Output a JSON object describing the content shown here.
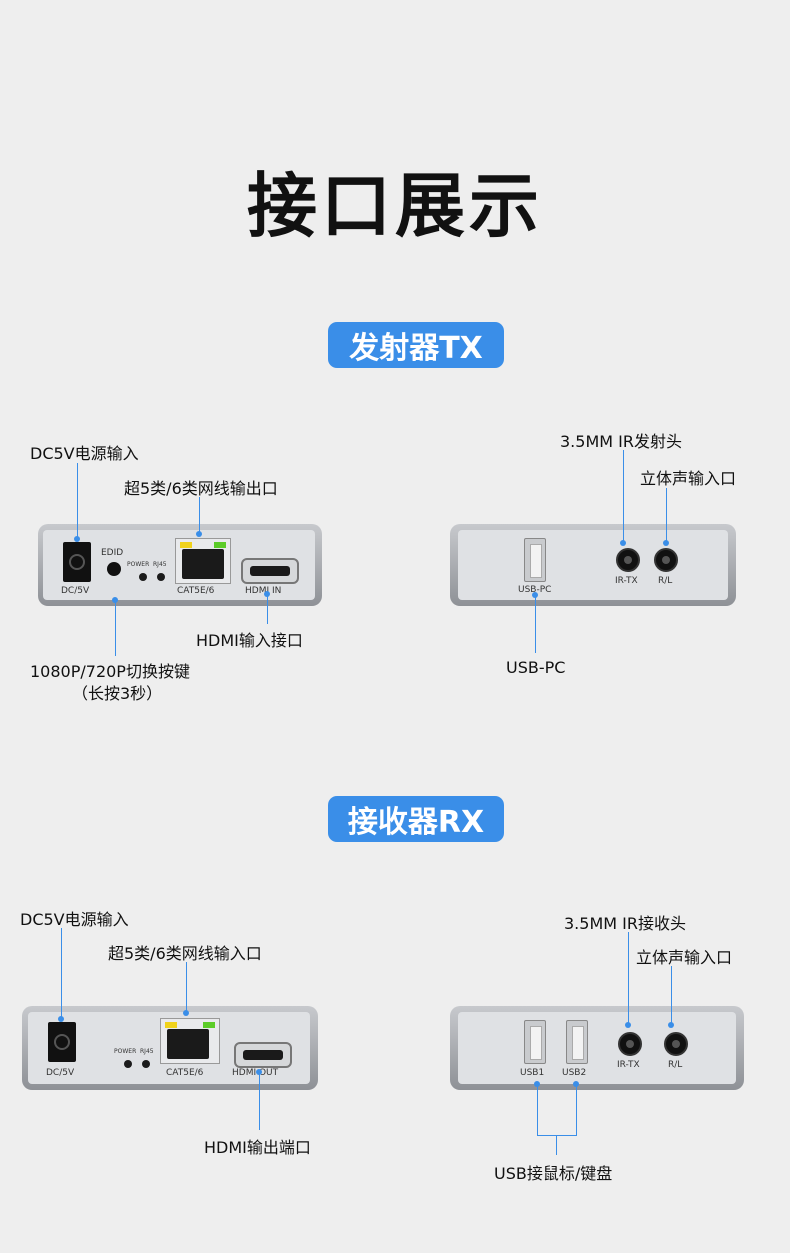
{
  "page_title": "接口展示",
  "tx": {
    "badge": "发射器TX",
    "callouts": {
      "dc_power": "DC5V电源输入",
      "network_out": "超5类/6类网线输出口",
      "hdmi_in": "HDMI输入接口",
      "switch_button": "1080P/720P切换按键",
      "switch_button_note": "（长按3秒）",
      "usb_pc": "USB-PC",
      "ir_emitter": "3.5MM IR发射头",
      "stereo_in": "立体声输入口"
    },
    "panel_labels": {
      "dc": "DC/5V",
      "edid": "EDID",
      "power": "POWER",
      "rj45": "RJ45",
      "cat": "CAT5E/6",
      "hdmi": "HDMI IN",
      "usb": "USB-PC",
      "ir": "IR-TX",
      "rl": "R/L"
    }
  },
  "rx": {
    "badge": "接收器RX",
    "callouts": {
      "dc_power": "DC5V电源输入",
      "network_in": "超5类/6类网线输入口",
      "hdmi_out": "HDMI输出端口",
      "usb_kbm": "USB接鼠标/键盘",
      "ir_receiver": "3.5MM IR接收头",
      "stereo_in": "立体声输入口"
    },
    "panel_labels": {
      "dc": "DC/5V",
      "power": "POWER",
      "rj45": "RJ45",
      "cat": "CAT5E/6",
      "hdmi": "HDMI OUT",
      "usb1": "USB1",
      "usb2": "USB2",
      "ir": "IR-TX",
      "rl": "R/L"
    }
  },
  "colors": {
    "accent": "#3a8ee8",
    "background": "#eeeeee"
  }
}
